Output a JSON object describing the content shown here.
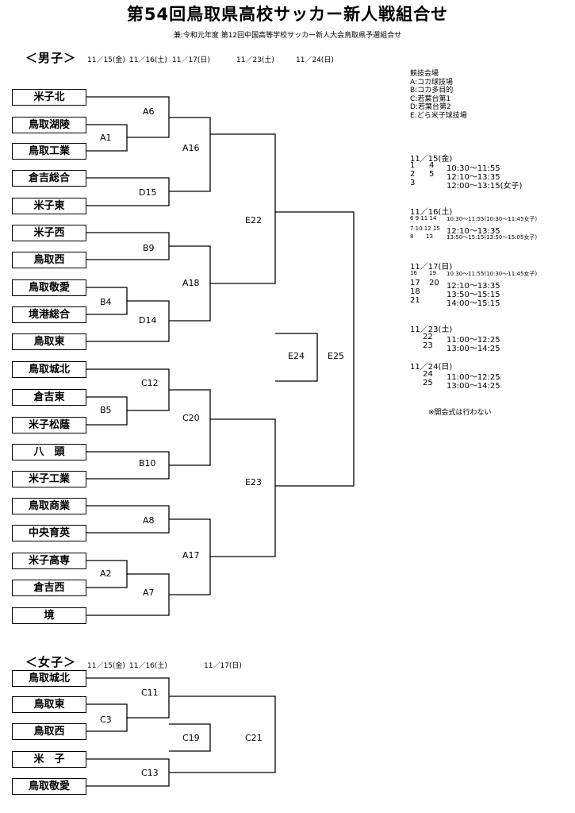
{
  "title": "第54回鳥取県高校サッカー新人戦組合せ",
  "subtitle": "兼:令和元年度 第12回中国高等学校サッカー新人大会鳥取県予選組合せ",
  "boys": {
    "heading": "＜男子＞",
    "dates": [
      "11／15(金)",
      "11／16(土)",
      "11／17(日)",
      "11／23(土)",
      "11／24(日)"
    ],
    "teams": [
      "米子北",
      "鳥取湖陵",
      "鳥取工業",
      "倉吉総合",
      "米子東",
      "米子西",
      "鳥取西",
      "鳥取敬愛",
      "境港総合",
      "鳥取東",
      "鳥取城北",
      "倉吉東",
      "米子松蔭",
      "八　頭",
      "米子工業",
      "鳥取商業",
      "中央育英",
      "米子高専",
      "倉吉西",
      "境"
    ],
    "matches": [
      "A1",
      "A6",
      "D15",
      "A16",
      "B9",
      "B4",
      "D14",
      "A18",
      "E22",
      "E24",
      "E25",
      "C12",
      "B5",
      "B10",
      "C20",
      "A8",
      "A2",
      "A7",
      "A17",
      "E23"
    ]
  },
  "girls": {
    "heading": "＜女子＞",
    "dates": [
      "11／15(金)",
      "11／16(土)",
      "11／17(日)"
    ],
    "teams": [
      "鳥取城北",
      "鳥取東",
      "鳥取西",
      "米　子",
      "鳥取敬愛"
    ],
    "matches": [
      "C11",
      "C3",
      "C19",
      "C13",
      "C21"
    ]
  },
  "venues": {
    "heading": "競技会場",
    "items": [
      "A:コカ球技場",
      "B:コカ多目的",
      "C:若葉台第1",
      "D:若葉台第2",
      "E:どら米子球技場"
    ]
  },
  "schedule": [
    {
      "date": "11／15(金)",
      "rows": [
        {
          "a": "1",
          "b": "4",
          "time": "10:30～11:55"
        },
        {
          "a": "2",
          "b": "5",
          "time": "12:10～13:35"
        },
        {
          "a": "3",
          "b": "",
          "time": "12:00～13:15(女子)"
        }
      ]
    },
    {
      "date": "11／16(土)",
      "rows": [
        {
          "a": "6 9 11 14",
          "b": "",
          "time": "10:30～11:55(10:30～11:45女子)"
        },
        {
          "a": "7 10 12 15",
          "b": "",
          "time": "12:10～13:35"
        },
        {
          "a": "8",
          "b": "13",
          "time": "13:50～15:15(13:50～15:05女子)"
        }
      ]
    },
    {
      "date": "11／17(日)",
      "rows": [
        {
          "a": "16",
          "b": "19",
          "time": "10:30～11:55(10:30～11:45女子)"
        },
        {
          "a": "17",
          "b": "20",
          "time": "12:10～13:35"
        },
        {
          "a": "18",
          "b": "",
          "time": "13:50～15:15"
        },
        {
          "a": "21",
          "b": "",
          "time": "14:00～15:15"
        }
      ]
    },
    {
      "date": "11／23(土)",
      "rows": [
        {
          "a": "22",
          "b": "",
          "time": "11:00～12:25"
        },
        {
          "a": "23",
          "b": "",
          "time": "13:00～14:25"
        }
      ]
    },
    {
      "date": "11／24(日)",
      "rows": [
        {
          "a": "24",
          "b": "",
          "time": "11:00～12:25"
        },
        {
          "a": "25",
          "b": "",
          "time": "13:00～14:25"
        }
      ]
    }
  ],
  "note": "※開会式は行わない"
}
